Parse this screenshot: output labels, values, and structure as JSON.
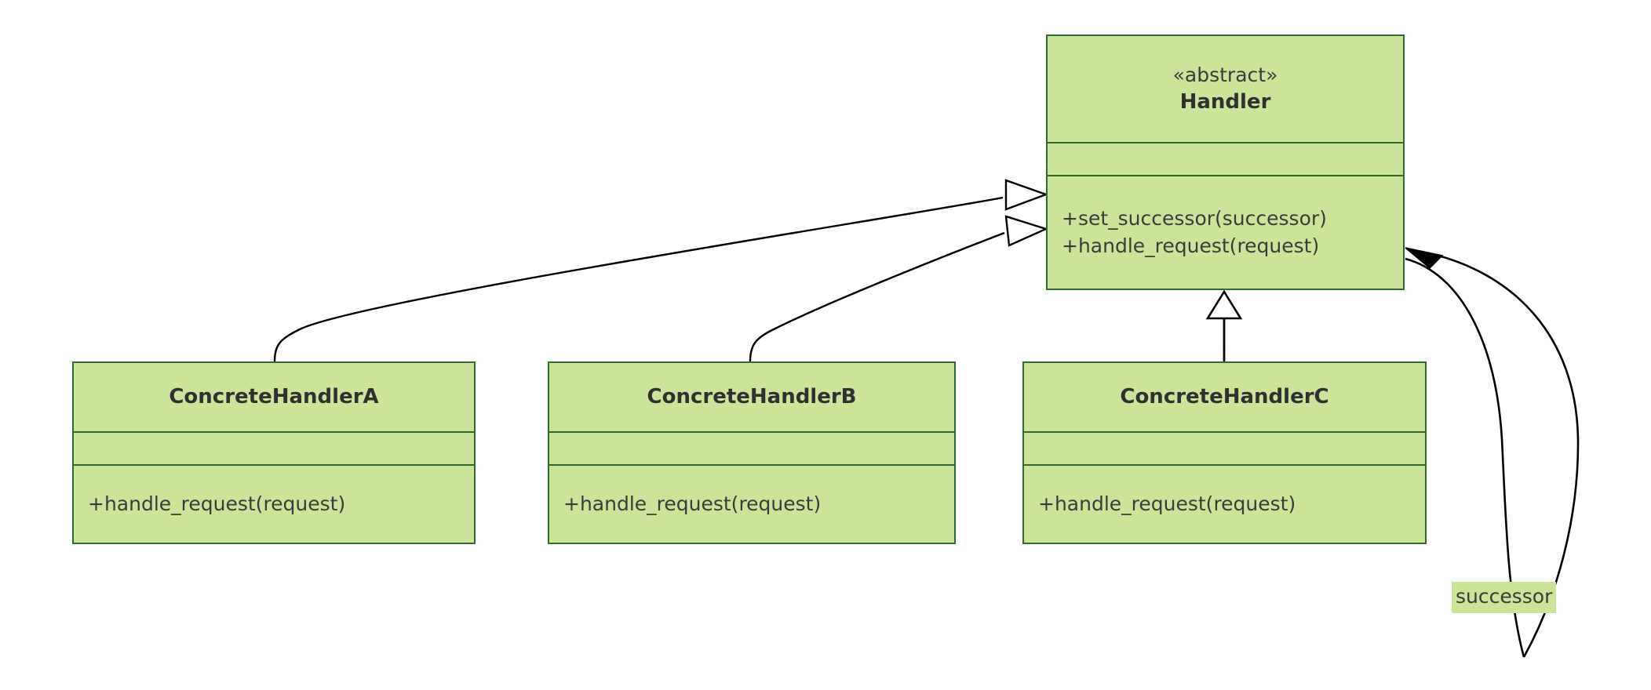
{
  "diagram": {
    "kind": "uml-class-diagram",
    "pattern_name": "Chain of Responsibility",
    "background": "#ffffff",
    "class_fill": "#cce49a",
    "class_border": "#2f6a2e",
    "text_color": "#3b3b3b",
    "edge_color": "#000000"
  },
  "classes": {
    "handler": {
      "stereotype": "«abstract»",
      "name": "Handler",
      "attributes": [],
      "operations": [
        "+set_successor(successor)",
        "+handle_request(request)"
      ]
    },
    "concrete_a": {
      "stereotype": "",
      "name": "ConcreteHandlerA",
      "attributes": [],
      "operations": [
        "+handle_request(request)"
      ]
    },
    "concrete_b": {
      "stereotype": "",
      "name": "ConcreteHandlerB",
      "attributes": [],
      "operations": [
        "+handle_request(request)"
      ]
    },
    "concrete_c": {
      "stereotype": "",
      "name": "ConcreteHandlerC",
      "attributes": [],
      "operations": [
        "+handle_request(request)"
      ]
    }
  },
  "edges": {
    "inherit_a": {
      "from": "ConcreteHandlerA",
      "to": "Handler",
      "type": "generalization",
      "arrowhead": "hollow-triangle",
      "label": ""
    },
    "inherit_b": {
      "from": "ConcreteHandlerB",
      "to": "Handler",
      "type": "generalization",
      "arrowhead": "hollow-triangle",
      "label": ""
    },
    "inherit_c": {
      "from": "ConcreteHandlerC",
      "to": "Handler",
      "type": "generalization",
      "arrowhead": "hollow-triangle",
      "label": ""
    },
    "successor_self": {
      "from": "Handler",
      "to": "Handler",
      "type": "association",
      "arrowhead": "open-arrow",
      "label": "successor"
    }
  }
}
